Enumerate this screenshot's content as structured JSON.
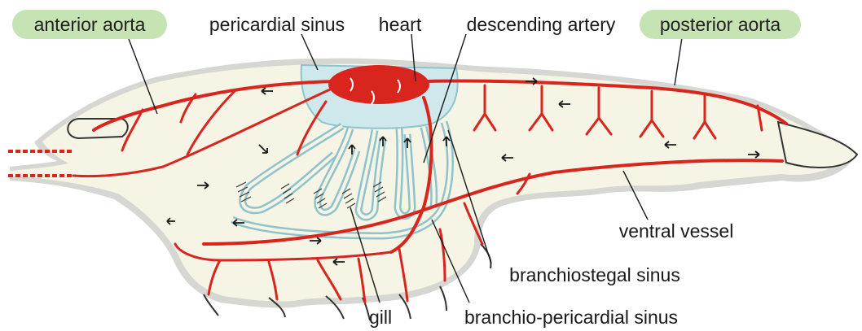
{
  "colors": {
    "body_fill": "#f6f4e4",
    "body_halo": "#d6d6d2",
    "vessel_red": "#d8261f",
    "sinus_fill": "#cfe8ec",
    "sinus_stroke": "#8ec3cc",
    "tag_fill": "#c6e3b3"
  },
  "labels": {
    "anterior_aorta": "anterior aorta",
    "pericardial_sinus": "pericardial sinus",
    "heart": "heart",
    "descending_artery": "descending artery",
    "posterior_aorta": "posterior aorta",
    "ventral_vessel": "ventral vessel",
    "branchiostegal_sinus": "branchiostegal sinus",
    "gill": "gill",
    "branchio_pericardial_sinus": "branchio-pericardial sinus"
  }
}
